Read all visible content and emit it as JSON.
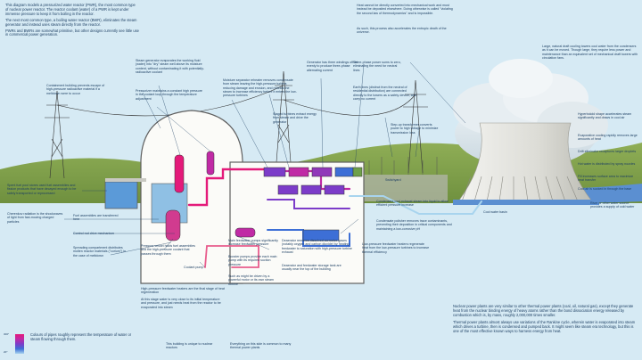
{
  "intro": {
    "p1": "This diagram models a pressurized water reactor (PWR), the most common type of nuclear power reactor. The reactor coolant (water) of a PWR is kept under immense pressure to keep it from boiling in the reactor.",
    "p2": "The next most common type, a boiling water reactor (BWR), eliminates the steam generator and instead uses steam directly from the reactor.",
    "p3": "PWRs and BWRs are somewhat primitive, but other designs currently see little use in commercial power generation."
  },
  "labels": {
    "containment": "Containment building prevents escape of high-pressure radioactive material if a meltdown were to occur",
    "steam_generator": "Steam generator evaporates the working fluid (water) into \"dry\" steam well above its moisture content, without contaminating it with potentially-radioactive coolant",
    "pressurizer": "Pressurizer maintains a constant high pressure in the coolant loop through the temperature adjustment",
    "moisture_separator": "Moisture separator reheater removes condensate from steam leaving the high-pressure turbine, reducing damage and erosion, and reheats the steam to increase efficiency before it enters the low-pressure turbines",
    "staged_turbines": "Staged turbines extract energy from steam and drive the generator",
    "generator": "Generator has three windings offset evenly to produce three-phase alternating current",
    "three_phase": "Three-phase power sums to zero, eliminating the need for neutral lines",
    "earth_lines": "Earth lines (distinct from the neutral of residential distribution) are connected directly to the towers as a safety device, and carry no current",
    "step_up": "Step-up transformer converts power to high voltage to minimize transmission loss",
    "switchyard": "Switchyard",
    "heat_cannot": "Heat cannot be directly converted into mechanical work and must instead be deposited elsewhere. Doing otherwise is called \"violating the second law of thermodynamics\" and is impossible.",
    "as_such": "As such, this process also accelerates the entropic death of the universe.",
    "cooling_tower": "Large, natural draft cooling towers cool water from the condensers as it can be moved. Though large, they require less power and maintenance than an equivalent set of mechanical draft towers with circulation fans.",
    "hyperboloid": "Hyperboloid shape accelerates steam significantly and draws in cool air",
    "evaporative": "Evaporative cooling rapidly removes large amounts of heat",
    "drift": "Drift eliminator recaptures larger droplets",
    "hot_water": "Hot water is distributed by spray nozzles",
    "fill": "Fill increases surface area to maximize heat transfer",
    "cool_water": "Cool air is sucked in through the base",
    "basin": "Cool water basin",
    "river": "River or other water source provides a supply of cold water",
    "condensers": "Condensers cool exhaust steam into liquid to allow efficient pressure increase",
    "condensate_polisher": "Condensate polisher removes trace contaminants, preventing their deposition in critical components and maintaining a low-corrosive pH",
    "lp_heaters": "Low-pressure feedwater heaters regenerate heat from the low-pressure turbines to increase thermal efficiency",
    "deaerator": "Deaerator removes dissolved corrosive gases (notably oxygen and carbon dioxide) by heating feedwater to saturation with high-pressure turbine exhaust",
    "deaerator2": "Deaerator and feedwater storage tank are usually near the top of the building",
    "main_feed_pumps": "Main feedwater pumps significantly increase feedwater pressure",
    "booster_pumps": "Booster pumps provide each main pump with its required suction pressure",
    "such_as": "Such as might be driven by a powerful motor or its own steam turbine",
    "hp_heaters": "High-pressure feedwater heaters are the final stage of heat regeneration",
    "at_this_stage": "At this stage water is very close to its initial temperature and pressure, and just needs heat from the reactor to be evaporated into steam",
    "spent_fuel": "Spent fuel pool stores used fuel assemblies and fission products that have decayed enough to be safely transported or reprocessed",
    "cherenkov": "Cherenkov radiation is the shockwaves of light from fast-moving charged particles",
    "fuel_assemblies": "Fuel assemblies are transferred here",
    "control_rod": "Control rod drive mechanism",
    "spreading": "Spreading compartment distributes molten reactor materials (\"corium\") in the case of meltdown",
    "pressure_vessel": "Pressure vessel holds fuel assemblies and the high-pressure coolant that passes through them",
    "coolant_pump": "Coolant pump",
    "building_unique": "This building is unique to nuclear reactors",
    "everything_else": "Everything on this side is common to many thermal power plants"
  },
  "footer": {
    "p1": "Nuclear power plants are very similar to other thermal power plants (coal, oil, natural gas), except they generate heat from the nuclear binding energy of heavy atoms rather than the bond dissociation energy released by combustion which is, by mass, roughly 2,000,000 times smaller.",
    "p2": "Thermal power plants almost always use variations of the Rankine cycle, wherein water is evaporated into steam which drives a turbine, then is condensed and pumped back. It might seem like steam era technology, but this is one of the most effective known ways to harness energy from heat."
  },
  "legend": {
    "text": "Colours of pipes roughly represent the temperature of water or steam flowing through them.",
    "t_high": "300°",
    "t_low": "20°"
  },
  "colors": {
    "sky": "#d6eaf4",
    "ink": "#1d3f63",
    "hot": "#e41a7a",
    "warm": "#7c3cc9",
    "cool": "#3d6fd6",
    "cold": "#a8d4ee"
  }
}
